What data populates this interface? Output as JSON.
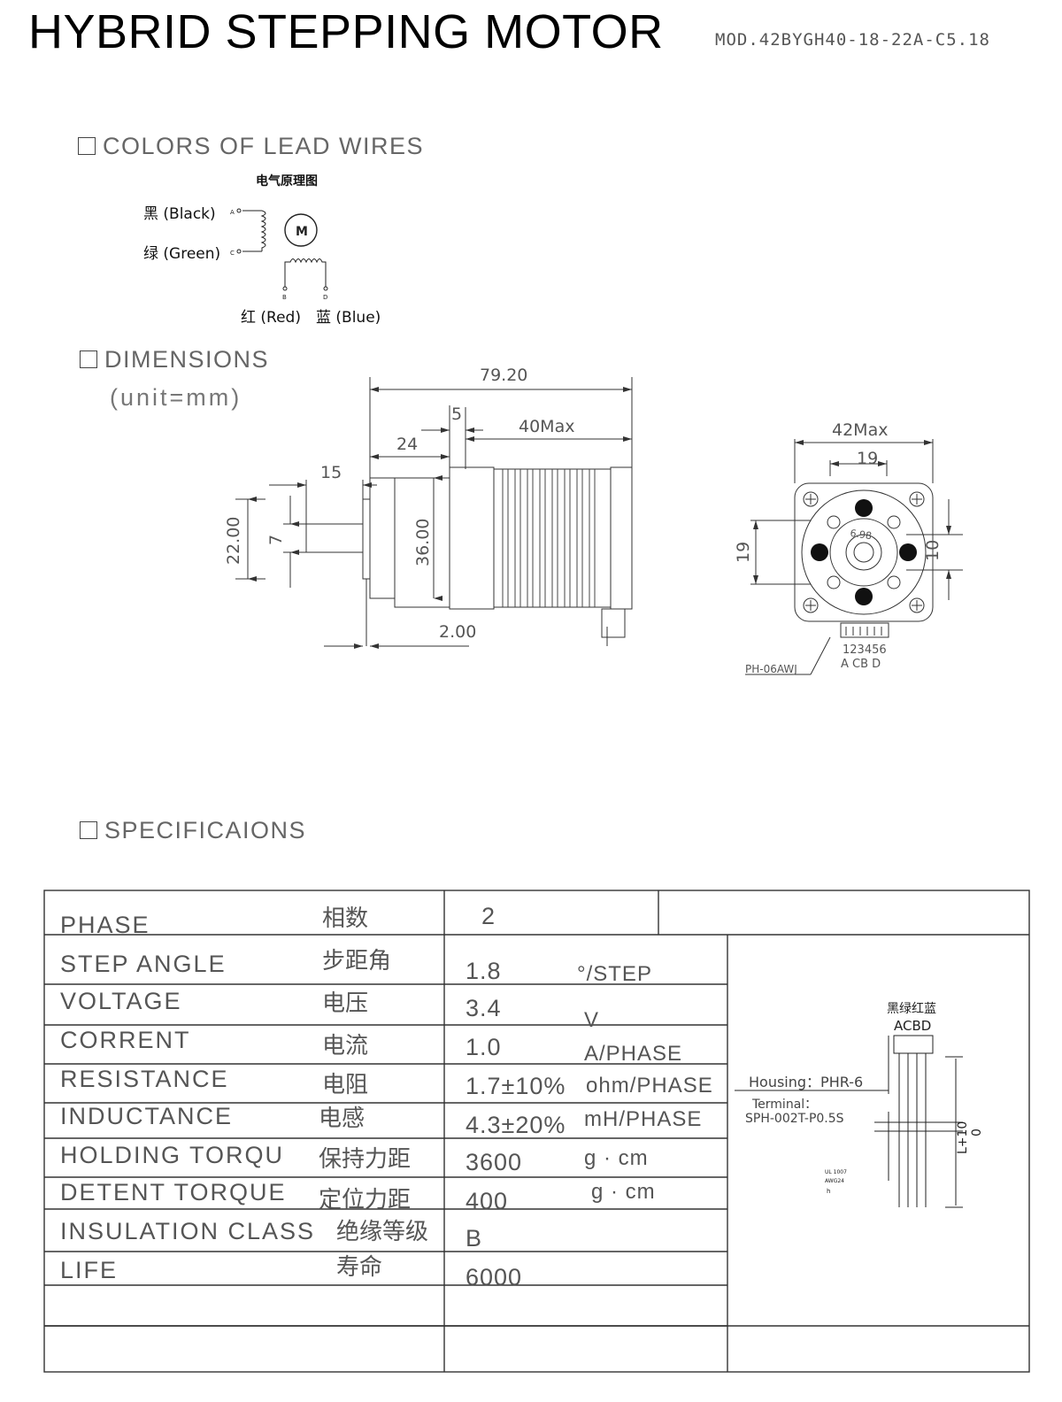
{
  "header": {
    "title": "HYBRID STEPPING MOTOR",
    "model": "MOD.42BYGH40-18-22A-C5.18"
  },
  "lead_wires": {
    "section_title": "COLORS OF LEAD WIRES",
    "schematic_title": "电气原理图",
    "motor_symbol": "M",
    "wires": [
      {
        "name": "黑 (Black)",
        "pin": "A"
      },
      {
        "name": "绿 (Green)",
        "pin": "C"
      },
      {
        "name": "红 (Red)",
        "pin": "B"
      },
      {
        "name": "蓝 (Blue)",
        "pin": "D"
      }
    ]
  },
  "dimensions": {
    "section_title": "DIMENSIONS",
    "unit": "(unit=mm)",
    "side_view": {
      "overall_length": "79.20",
      "flange": "5",
      "body_length": "40Max",
      "front_length": "24",
      "shaft_length": "15",
      "flange_dia": "22.00",
      "shaft_dia": "7",
      "gearbox_dia": "36.00",
      "flange_thickness": "2.00"
    },
    "front_view": {
      "body_width": "42Max",
      "hole_spacing": "19",
      "vertical_spacing": "19",
      "offset": "10",
      "connector_pins": "123456",
      "connector_map": "A CB D",
      "connector_model": "PH-06AWJ",
      "gear_label": "6.98"
    }
  },
  "specifications": {
    "section_title": "SPECIFICAIONS",
    "rows": [
      {
        "en": "PHASE",
        "cn": "相数",
        "value": "2",
        "unit": ""
      },
      {
        "en": "STEP ANGLE",
        "cn": "步距角",
        "value": "1.8",
        "unit": "°/STEP"
      },
      {
        "en": "VOLTAGE",
        "cn": "电压",
        "value": "3.4",
        "unit": "V"
      },
      {
        "en": "CORRENT",
        "cn": "电流",
        "value": "1.0",
        "unit": "A/PHASE"
      },
      {
        "en": "RESISTANCE",
        "cn": "电阻",
        "value": "1.7±10%",
        "unit": "ohm/PHASE"
      },
      {
        "en": "INDUCTANCE",
        "cn": "电感",
        "value": "4.3±20%",
        "unit": "mH/PHASE"
      },
      {
        "en": "HOLDING TORQU",
        "cn": "保持力距",
        "value": "3600",
        "unit": "g · cm"
      },
      {
        "en": "DETENT TORQUE",
        "cn": "定位力距",
        "value": "400",
        "unit": "g · cm"
      },
      {
        "en": "INSULATION CLASS",
        "cn": "绝缘等级",
        "value": "B",
        "unit": ""
      },
      {
        "en": "LIFE",
        "cn": "寿命",
        "value": "6000",
        "unit": ""
      }
    ],
    "cable": {
      "colors_cn": "黑绿红蓝",
      "pin_order": "ACBD",
      "housing": "Housing：PHR-6",
      "terminal_label": "Terminal：",
      "terminal": "SPH-002T-P0.5S",
      "length": "L+10",
      "tolerance": "0",
      "wire_spec": "UL 1007",
      "awg": "AWG24",
      "h": "h"
    }
  }
}
